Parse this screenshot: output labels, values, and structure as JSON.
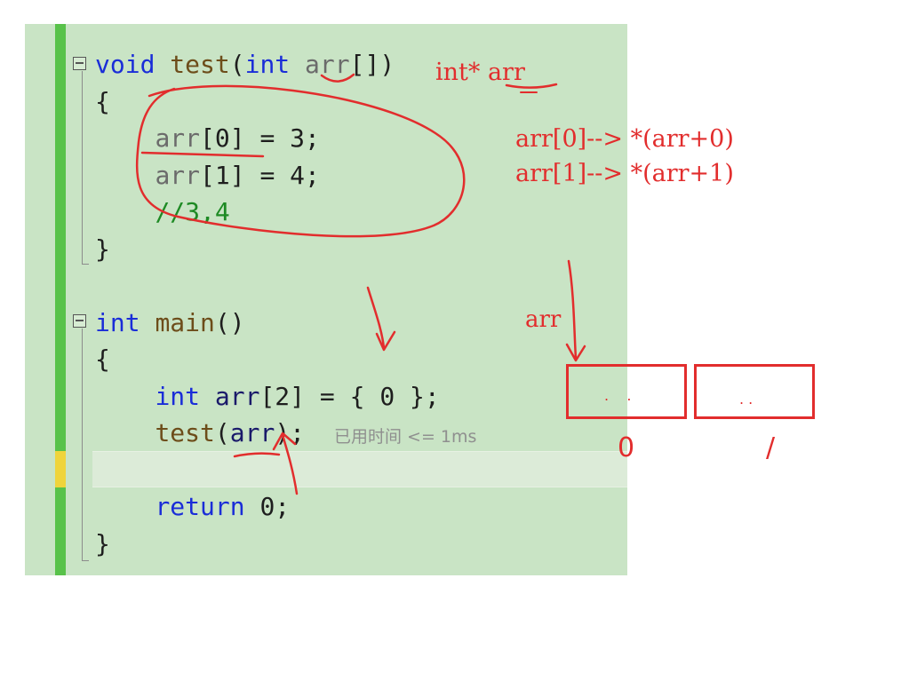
{
  "code": {
    "lines": [
      {
        "parts": [
          {
            "t": "void",
            "c": "kw"
          },
          {
            "t": " ",
            "c": ""
          },
          {
            "t": "test",
            "c": "fn"
          },
          {
            "t": "(",
            "c": ""
          },
          {
            "t": "int",
            "c": "kw"
          },
          {
            "t": " ",
            "c": ""
          },
          {
            "t": "arr",
            "c": "param"
          },
          {
            "t": "[])",
            "c": ""
          }
        ]
      },
      {
        "parts": [
          {
            "t": "{",
            "c": ""
          }
        ]
      },
      {
        "parts": [
          {
            "t": "    ",
            "c": ""
          },
          {
            "t": "arr",
            "c": "param"
          },
          {
            "t": "[0] = 3;",
            "c": ""
          }
        ]
      },
      {
        "parts": [
          {
            "t": "    ",
            "c": ""
          },
          {
            "t": "arr",
            "c": "param"
          },
          {
            "t": "[1] = 4;",
            "c": ""
          }
        ]
      },
      {
        "parts": [
          {
            "t": "    ",
            "c": ""
          },
          {
            "t": "//3,4",
            "c": "comment"
          }
        ]
      },
      {
        "parts": [
          {
            "t": "}",
            "c": ""
          }
        ]
      },
      {
        "parts": []
      },
      {
        "parts": [
          {
            "t": "int",
            "c": "kw"
          },
          {
            "t": " ",
            "c": ""
          },
          {
            "t": "main",
            "c": "fn"
          },
          {
            "t": "()",
            "c": ""
          }
        ]
      },
      {
        "parts": [
          {
            "t": "{",
            "c": ""
          }
        ]
      },
      {
        "parts": [
          {
            "t": "    ",
            "c": ""
          },
          {
            "t": "int",
            "c": "kw"
          },
          {
            "t": " ",
            "c": ""
          },
          {
            "t": "arr",
            "c": "var"
          },
          {
            "t": "[2] = { 0 };",
            "c": ""
          }
        ]
      },
      {
        "parts": [
          {
            "t": "    ",
            "c": ""
          },
          {
            "t": "test",
            "c": "fn"
          },
          {
            "t": "(",
            "c": ""
          },
          {
            "t": "arr",
            "c": "var"
          },
          {
            "t": ");",
            "c": ""
          }
        ]
      },
      {
        "parts": []
      },
      {
        "parts": [
          {
            "t": "    ",
            "c": ""
          },
          {
            "t": "return",
            "c": "kw"
          },
          {
            "t": " 0;",
            "c": ""
          }
        ]
      },
      {
        "parts": [
          {
            "t": "}",
            "c": ""
          }
        ]
      }
    ],
    "exec_time": "已用时间 <= 1ms"
  },
  "annotations": {
    "param_type": "int* arr",
    "eq1": "arr[0]--> *(arr+0)",
    "eq2": "arr[1]--> *(arr+1)",
    "arr_label": "arr",
    "cell0_dots": ".    .",
    "cell1_dots": ". .",
    "index0": "0",
    "index1": "/"
  },
  "colors": {
    "editor_bg": "#c9e4c5",
    "ink_red": "#e22d2d",
    "keyword_blue": "#1a2dd8",
    "comment_green": "#1e8a24",
    "change_green": "#58c24a",
    "change_yellow": "#efd43c"
  }
}
